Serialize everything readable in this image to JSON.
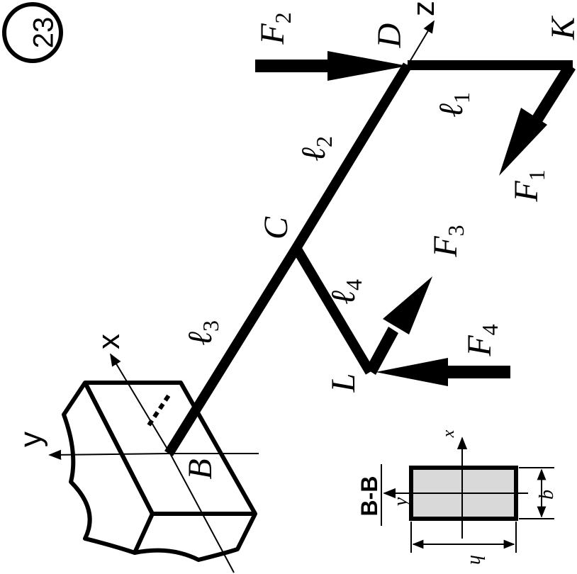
{
  "problem_number": "23",
  "points": {
    "B": "B",
    "C": "C",
    "D": "D",
    "K": "K",
    "L": "L"
  },
  "axes": {
    "x": "x",
    "y": "y",
    "z": "z"
  },
  "lengths": {
    "l1": {
      "symbol": "ℓ",
      "index": "1"
    },
    "l2": {
      "symbol": "ℓ",
      "index": "2"
    },
    "l3": {
      "symbol": "ℓ",
      "index": "3"
    },
    "l4": {
      "symbol": "ℓ",
      "index": "4"
    }
  },
  "forces": {
    "F1": {
      "symbol": "F",
      "index": "1"
    },
    "F2": {
      "symbol": "F",
      "index": "2"
    },
    "F3": {
      "symbol": "F",
      "index": "3"
    },
    "F4": {
      "symbol": "F",
      "index": "4"
    }
  },
  "section": {
    "title": "B-B",
    "x_label": "x",
    "y_label": "y",
    "b_label": "b",
    "h_label": "h"
  },
  "colors": {
    "section_fill": "#d9d9d9",
    "ink": "#000000"
  }
}
